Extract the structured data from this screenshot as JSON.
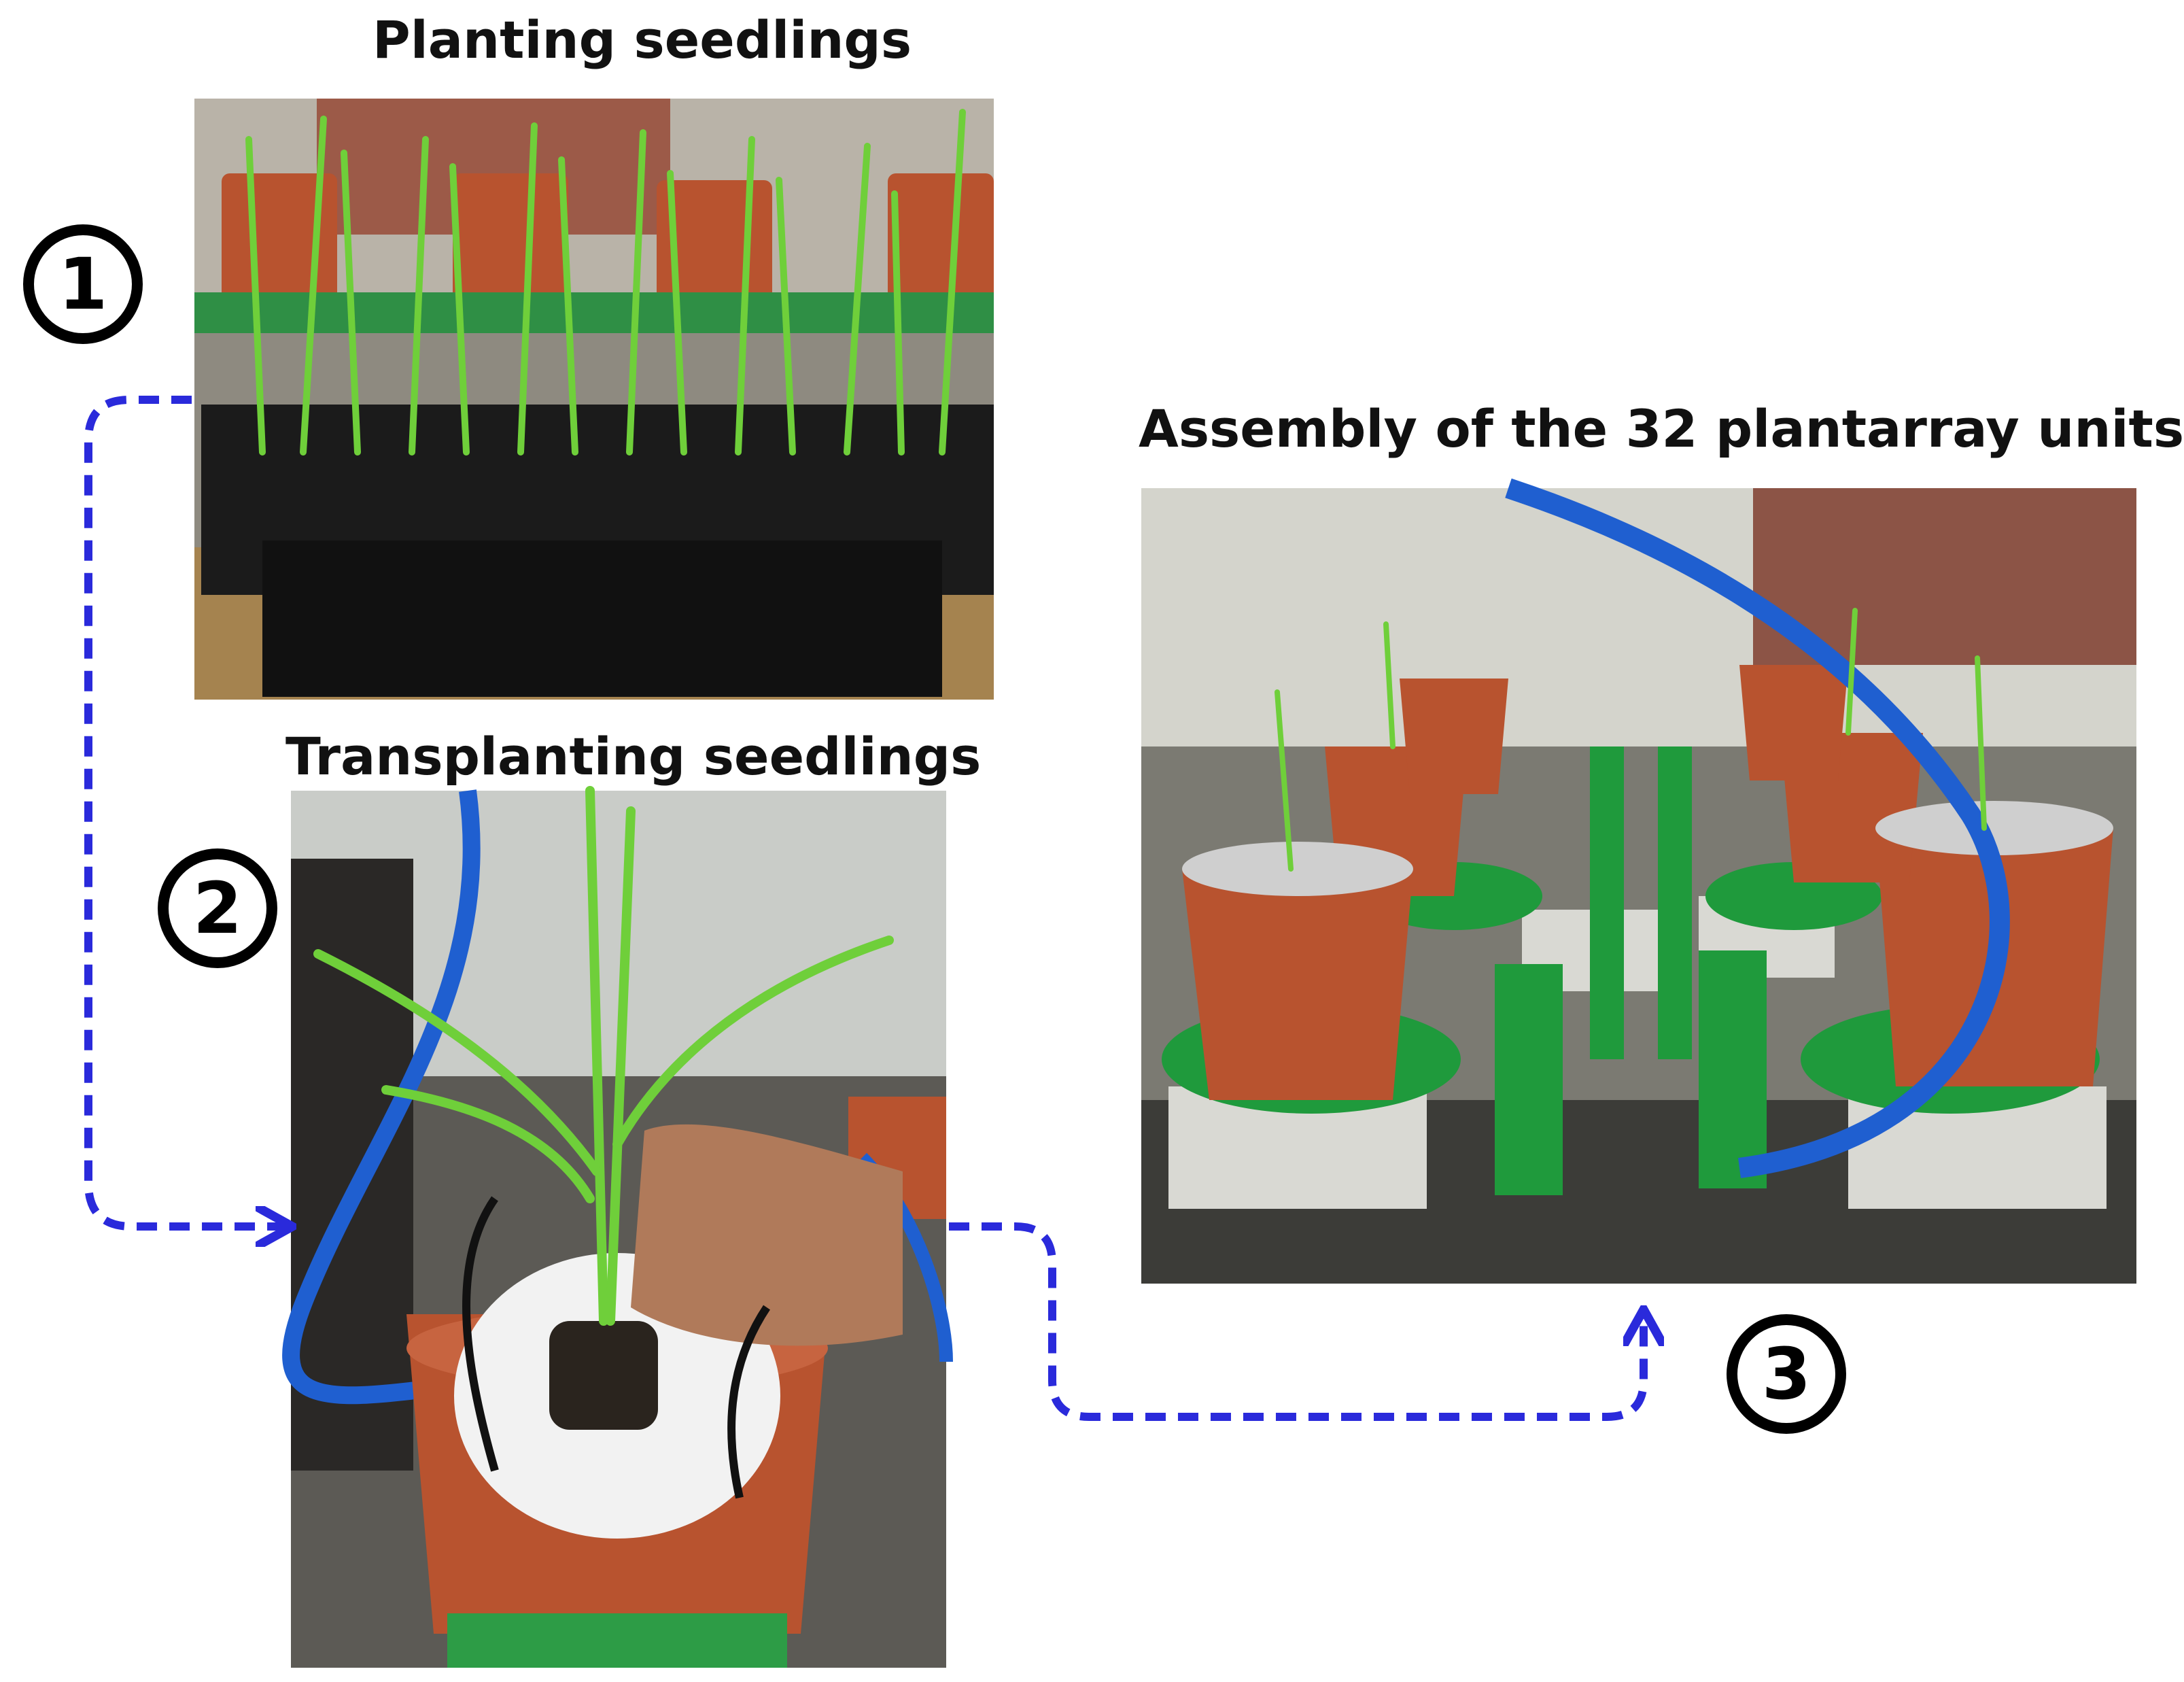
{
  "steps": [
    {
      "number": "1",
      "title": "Planting seedlings"
    },
    {
      "number": "2",
      "title": "Transplanting seedlings"
    },
    {
      "number": "3",
      "title": "Assembly of the 32 plantarray units"
    }
  ],
  "colors": {
    "arrow": "#2a2adb",
    "pot": "#b8532f",
    "green": "#1f9a3c",
    "leaf": "#6fcf3a"
  }
}
